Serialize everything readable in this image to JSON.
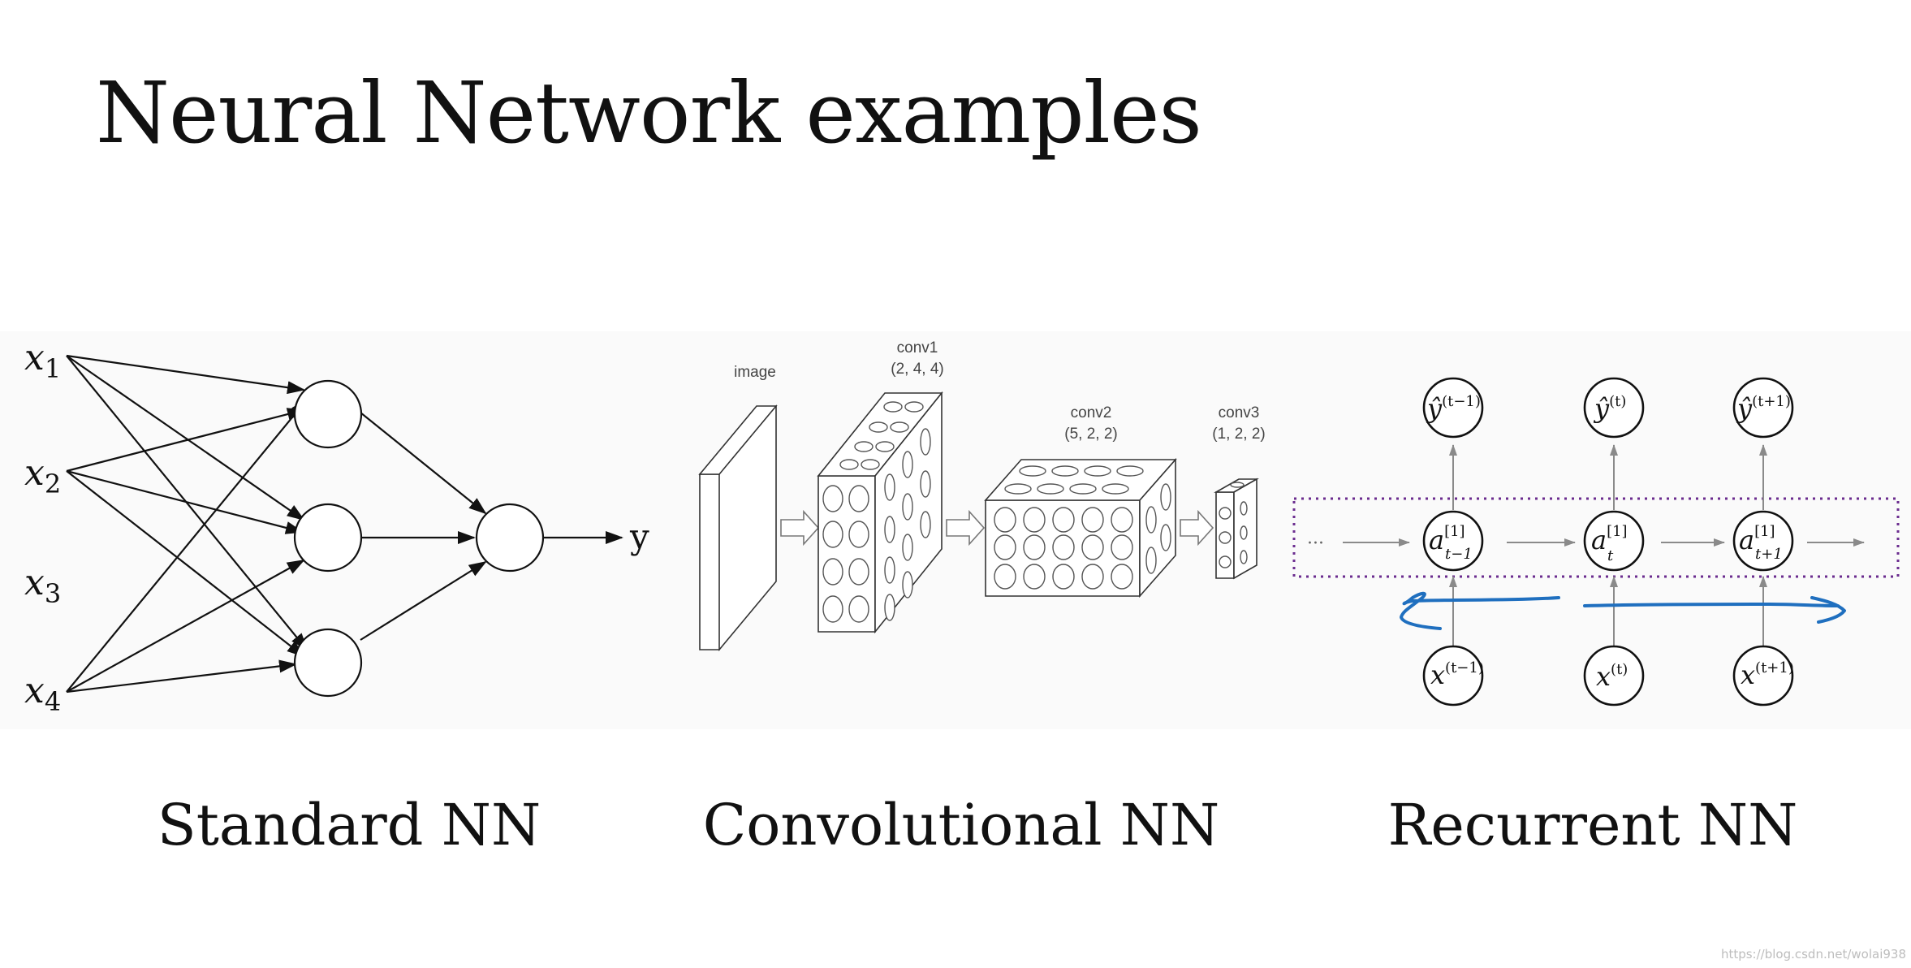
{
  "title": "Neural Network examples",
  "captions": {
    "standard": "Standard NN",
    "convolutional": "Convolutional NN",
    "recurrent": "Recurrent NN"
  },
  "standard_nn": {
    "inputs": [
      "x",
      "x",
      "x",
      "x"
    ],
    "input_subscripts": [
      "1",
      "2",
      "3",
      "4"
    ],
    "output": "y"
  },
  "cnn": {
    "image_label": "image",
    "conv1_label": "conv1",
    "conv1_dims": "(2, 4, 4)",
    "conv2_label": "conv2",
    "conv2_dims": "(5, 2, 2)",
    "conv3_label": "conv3",
    "conv3_dims": "(1, 2, 2)"
  },
  "rnn": {
    "ellipsis": "···",
    "hat_y": "ŷ",
    "y_superscripts": [
      "(t−1)",
      "(t)",
      "(t+1)"
    ],
    "a_base": "a",
    "a_layer": "[1]",
    "a_subscripts": [
      "t−1",
      "t",
      "t+1"
    ],
    "x_base": "x",
    "x_superscripts": [
      "(t−1)",
      "(t)",
      "(t+1)"
    ]
  },
  "colors": {
    "ink": "#111111",
    "gray": "#8a8a8a",
    "dotted_box": "#6b2c8f",
    "pen": "#1f6fbf"
  },
  "watermark": "https://blog.csdn.net/wolai938"
}
